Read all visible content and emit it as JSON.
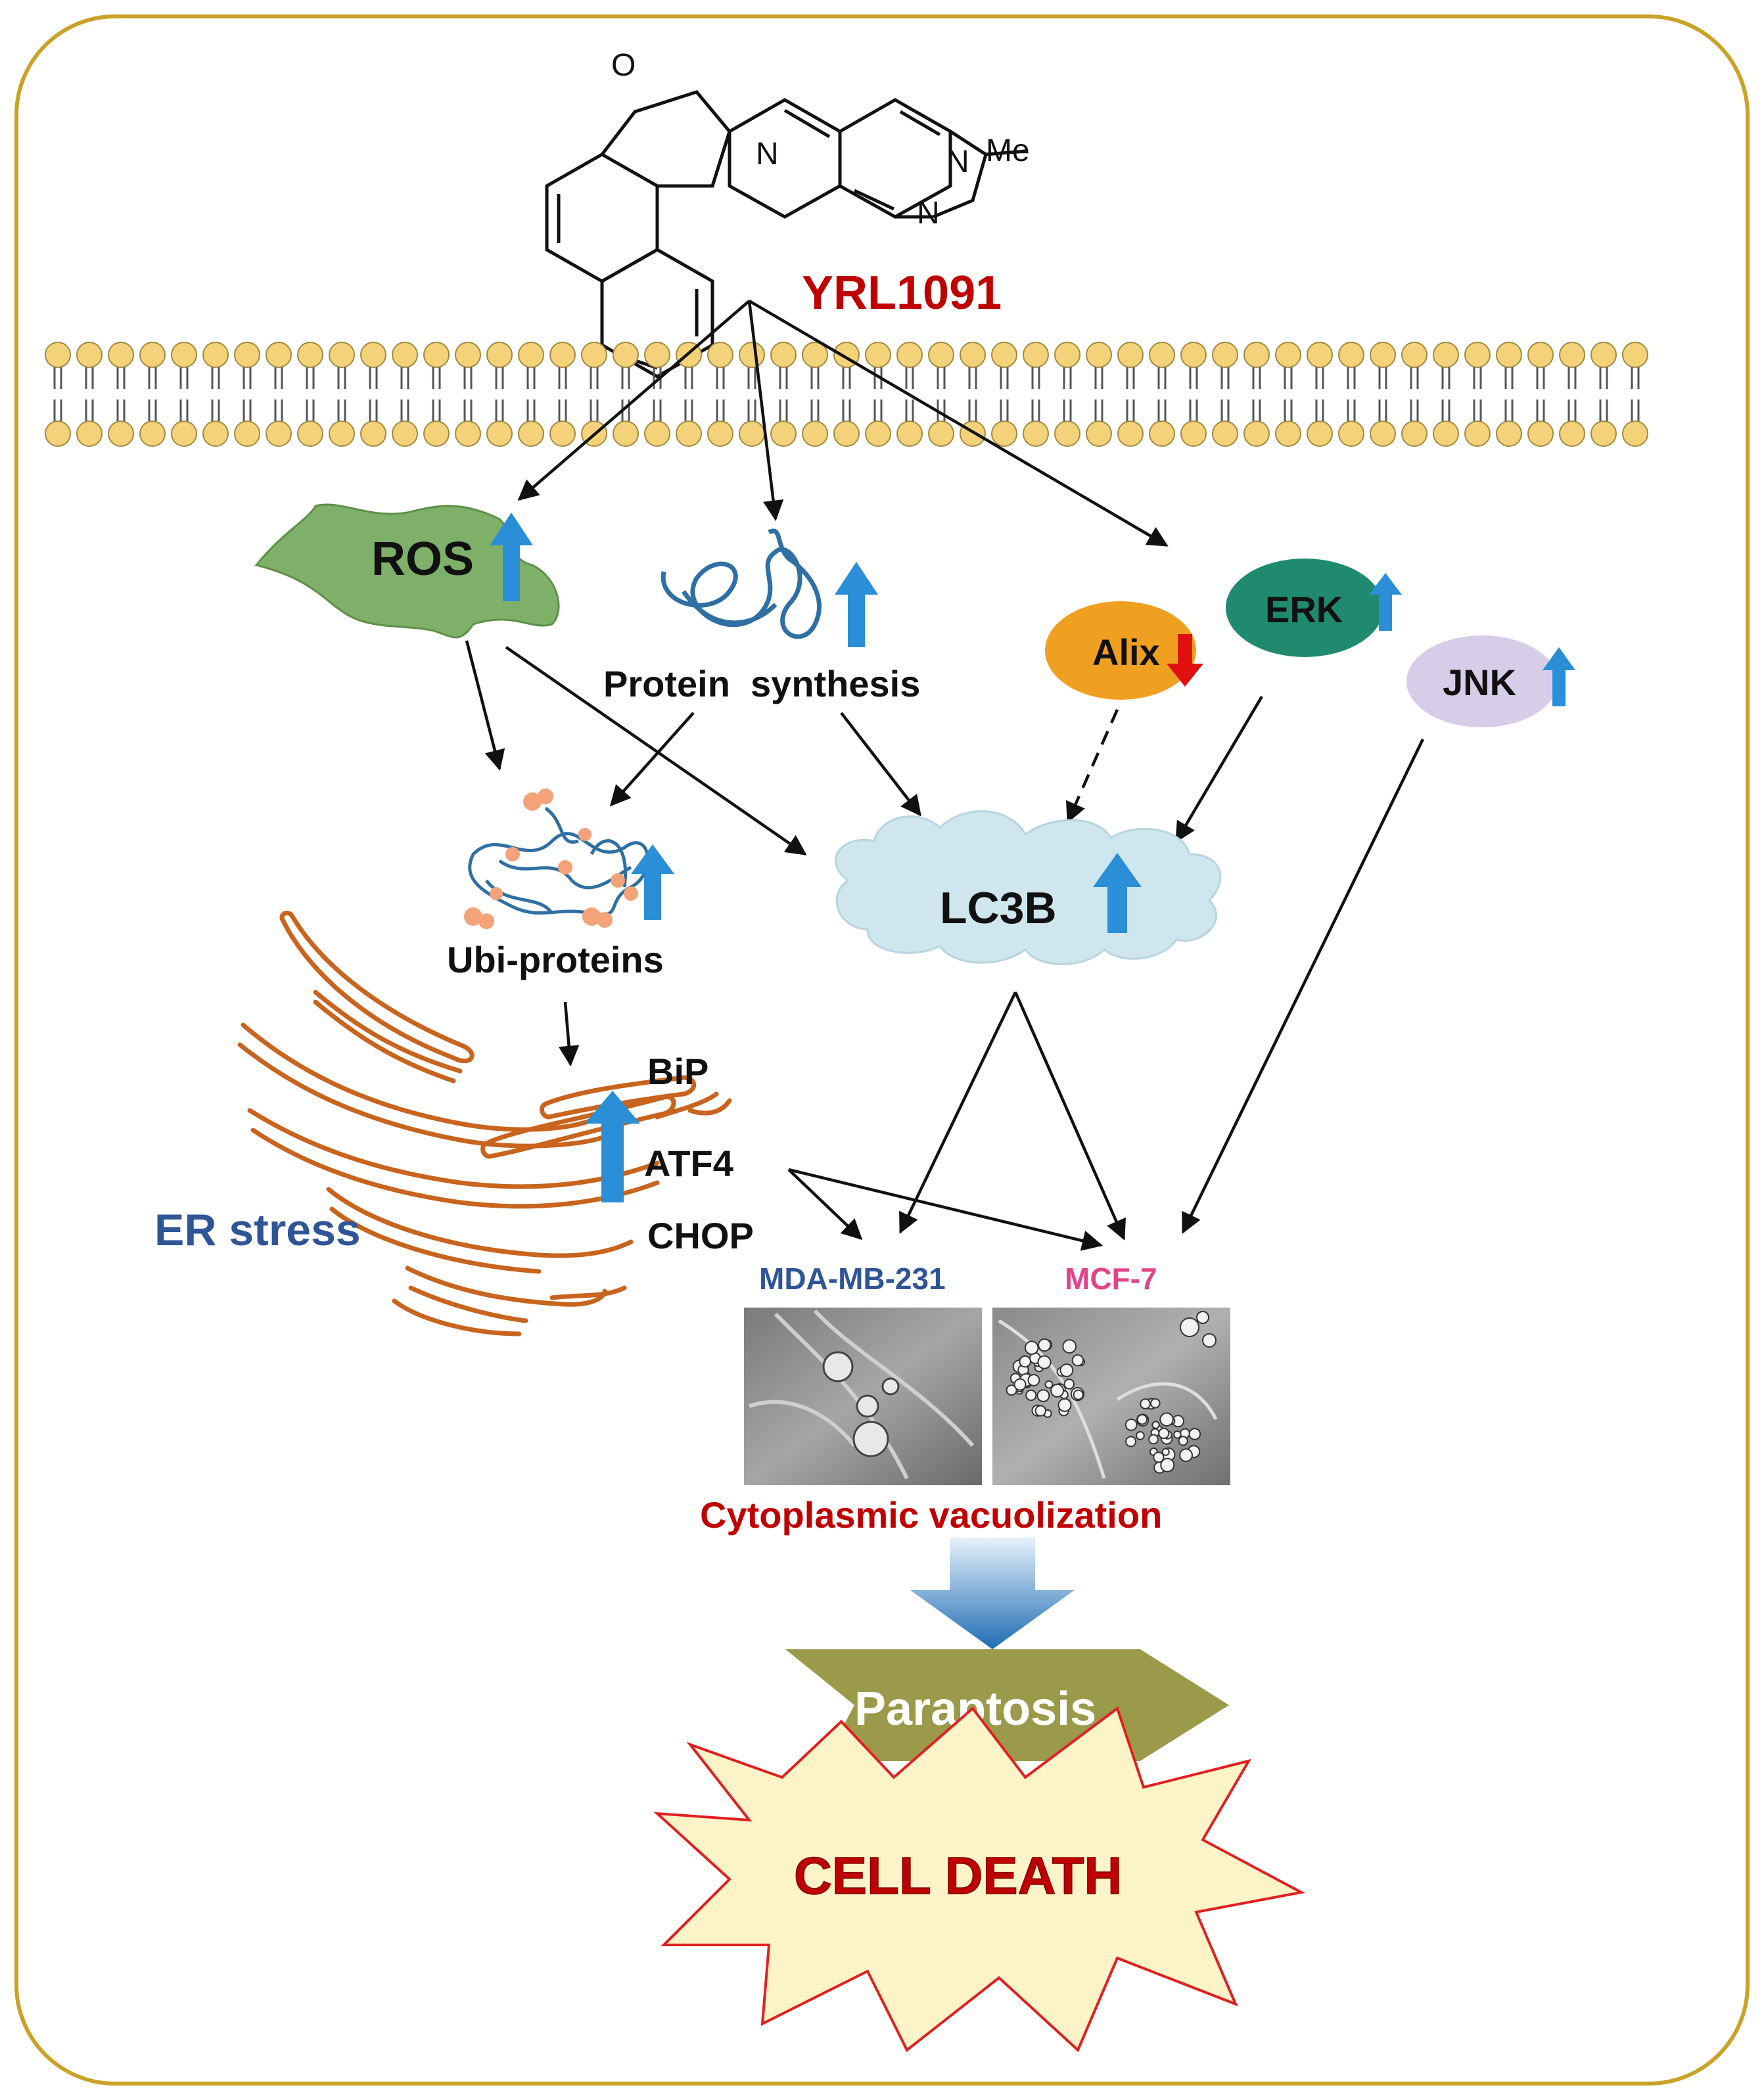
{
  "compound": {
    "name": "YRL1091",
    "atoms": {
      "oxygen": "O",
      "nitrogen": "N",
      "methyl": "Me"
    }
  },
  "nodes": {
    "ros": "ROS",
    "protein_synthesis": "Protein  synthesis",
    "alix": "Alix",
    "erk": "ERK",
    "jnk": "JNK",
    "lc3b": "LC3B",
    "ubi_proteins": "Ubi-proteins",
    "bip": "BiP",
    "atf4": "ATF4",
    "chop": "CHOP",
    "er_stress": "ER stress"
  },
  "cells": {
    "left_label": "MDA-MB-231",
    "right_label": "MCF-7",
    "caption": "Cytoplasmic vacuolization"
  },
  "outcome": {
    "process": "Paraptosis",
    "result": "CELL DEATH"
  },
  "colors": {
    "frame": "#c9a227",
    "red_text": "#c00000",
    "blue_arrow": "#2a8fd6",
    "red_arrow": "#e01010",
    "ros_fill": "#7fb069",
    "alix_fill": "#f0a020",
    "erk_fill": "#1f8a70",
    "jnk_fill": "#d8cde8",
    "lc3b_fill": "#cfe6ee",
    "er_stroke": "#c8641e",
    "er_stress_text": "#2f5597",
    "mda_text": "#2f5597",
    "mcf_text": "#e0458a",
    "paraptosis_fill": "#9b9a4a",
    "star_fill": "#fdf3c8",
    "star_stroke": "#e02020",
    "membrane_head": "#f3d27a"
  }
}
